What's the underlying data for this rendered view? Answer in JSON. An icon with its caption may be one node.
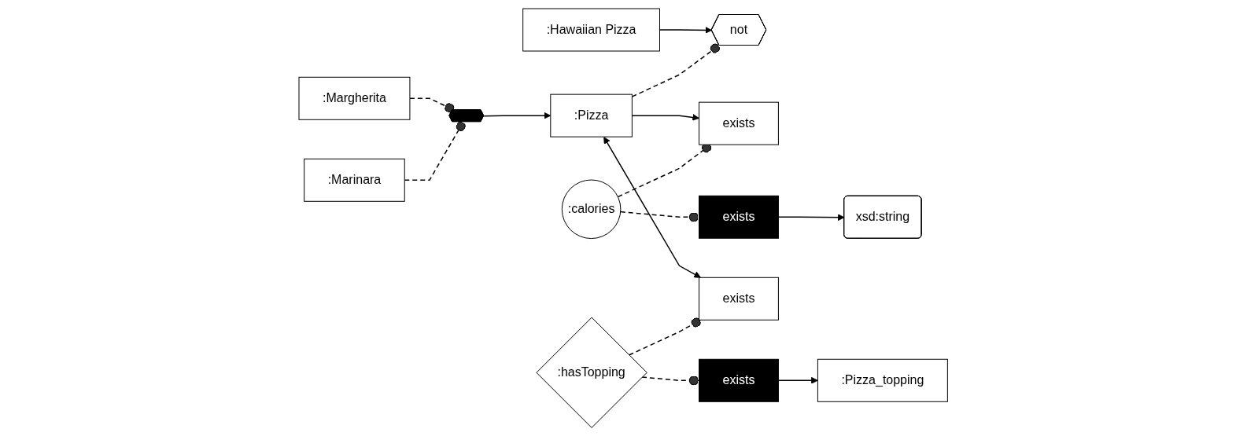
{
  "diagram": {
    "nodes": [
      {
        "text": [
          ":Hawaiian Pizza"
        ]
      },
      {
        "text": [
          "not"
        ]
      },
      {
        "text": [
          ":Pizza"
        ]
      },
      {
        "text": [
          "exists"
        ]
      },
      {
        "text": [
          ":calories"
        ]
      },
      {
        "text": [
          "exists"
        ]
      },
      {
        "text": [
          "xsd:string"
        ]
      },
      {
        "text": [
          "exists"
        ]
      },
      {
        "text": [
          ":hasTopping"
        ]
      },
      {
        "text": [
          "exists"
        ]
      },
      {
        "text": [
          ":Pizza_topping"
        ]
      },
      {
        "text": [],
        "shape": "hexagon"
      },
      {
        "text": [
          ":Margherita"
        ]
      },
      {
        "text": [
          ":Marinara"
        ]
      }
    ],
    "edges": [
      {
        "from": 0,
        "to": 1,
        "arrow": "to"
      },
      {
        "from": 2,
        "to": 1,
        "arrow": "other",
        "style": "dashed"
      },
      {
        "from": 2,
        "to": 3,
        "arrow": "to"
      },
      {
        "from": 4,
        "to": 3,
        "arrow": "other",
        "style": "dashed"
      },
      {
        "from": 4,
        "to": 5,
        "arrow": "other",
        "style": "dashed"
      },
      {
        "from": 5,
        "to": 6,
        "arrow": "to"
      },
      {
        "from": 2,
        "to": 7,
        "arrow": "both"
      },
      {
        "from": 8,
        "to": 7,
        "arrow": "other",
        "style": "dashed"
      },
      {
        "from": 8,
        "to": 9,
        "arrow": "other",
        "style": "dashed"
      },
      {
        "from": 9,
        "to": 10,
        "arrow": "to"
      },
      {
        "from": 11,
        "to": 2,
        "arrow": "to"
      },
      {
        "from": 12,
        "to": 11,
        "arrow": "other",
        "style": "dashed"
      },
      {
        "from": 13,
        "to": 11,
        "arrow": "other",
        "style": "dashed"
      }
    ]
  }
}
